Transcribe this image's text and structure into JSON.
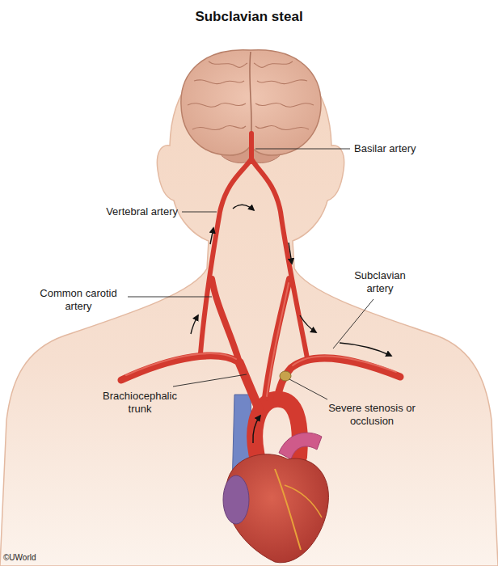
{
  "diagram": {
    "title": "Subclavian steal",
    "labels": [
      "Basilar artery",
      "Vertebral artery",
      "Common carotid artery",
      "Subclavian artery",
      "Brachiocephalic trunk",
      "Severe stenosis or occlusion",
      "©UWorld"
    ]
  }
}
